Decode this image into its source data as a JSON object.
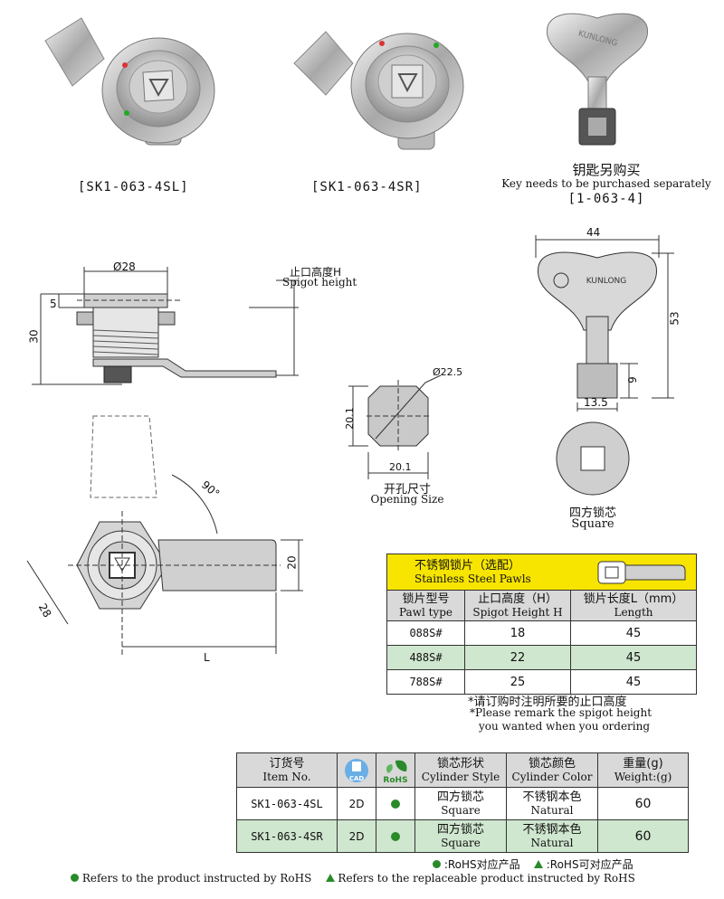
{
  "products": [
    {
      "code": "[SK1-063-4SL]"
    },
    {
      "code": "[SK1-063-4SR]"
    }
  ],
  "key": {
    "note_zh": "钥匙另购买",
    "note_en": "Key needs to be purchased separately",
    "code": "[1-063-4]",
    "brand": "KUNLONG"
  },
  "dims": {
    "d28": "Ø28",
    "h5": "5",
    "h30": "30",
    "spigot_zh": "止口高度H",
    "spigot_en": "Spigot height",
    "d225": "Ø22.5",
    "w201a": "20.1",
    "w201b": "20.1",
    "opening_zh": "开孔尺寸",
    "opening_en": "Opening Size",
    "k44": "44",
    "k53": "53",
    "k9": "9",
    "k135": "13.5",
    "square_zh": "四方锁芯",
    "square_en": "Square",
    "angle": "90°",
    "w20": "20",
    "w28": "28",
    "L": "L"
  },
  "pawl_table": {
    "title_zh": "不锈钢锁片（选配）",
    "title_en": "Stainless Steel Pawls",
    "headers": [
      {
        "zh": "锁片型号",
        "en": "Pawl type"
      },
      {
        "zh": "止口高度（H）",
        "en": "Spigot Height H"
      },
      {
        "zh": "锁片长度L（mm）",
        "en": "Length"
      }
    ],
    "rows": [
      {
        "type": "088S#",
        "h": "18",
        "l": "45"
      },
      {
        "type": "488S#",
        "h": "22",
        "l": "45"
      },
      {
        "type": "788S#",
        "h": "25",
        "l": "45"
      }
    ],
    "note_zh": "*请订购时注明所要的止口高度",
    "note_en1": "*Please remark the spigot height",
    "note_en2": "you wanted when you ordering"
  },
  "item_table": {
    "headers": {
      "item_zh": "订货号",
      "item_en": "Item No.",
      "cad": "CAD",
      "rohs": "RoHS",
      "style_zh": "锁芯形状",
      "style_en": "Cylinder Style",
      "color_zh": "锁芯颜色",
      "color_en": "Cylinder Color",
      "weight_zh": "重量(g)",
      "weight_en": "Weight:(g)"
    },
    "rows": [
      {
        "item": "SK1-063-4SL",
        "cad": "2D",
        "style_zh": "四方锁芯",
        "style_en": "Square",
        "color_zh": "不锈钢本色",
        "color_en": "Natural",
        "weight": "60"
      },
      {
        "item": "SK1-063-4SR",
        "cad": "2D",
        "style_zh": "四方锁芯",
        "style_en": "Square",
        "color_zh": "不锈钢本色",
        "color_en": "Natural",
        "weight": "60"
      }
    ]
  },
  "legend": {
    "circle_zh": ":RoHS对应产品",
    "triangle_zh": ":RoHS可对应产品",
    "circle_en": "Refers to the product instructed by RoHS",
    "triangle_en": "Refers to the replaceable product instructed by RoHS"
  },
  "colors": {
    "yellow": "#f7e500",
    "green_row": "#cfe6cf",
    "header_gray": "#d9d9d9",
    "rohs_green": "#2a8a2a",
    "cad_blue": "#6aaee6"
  }
}
